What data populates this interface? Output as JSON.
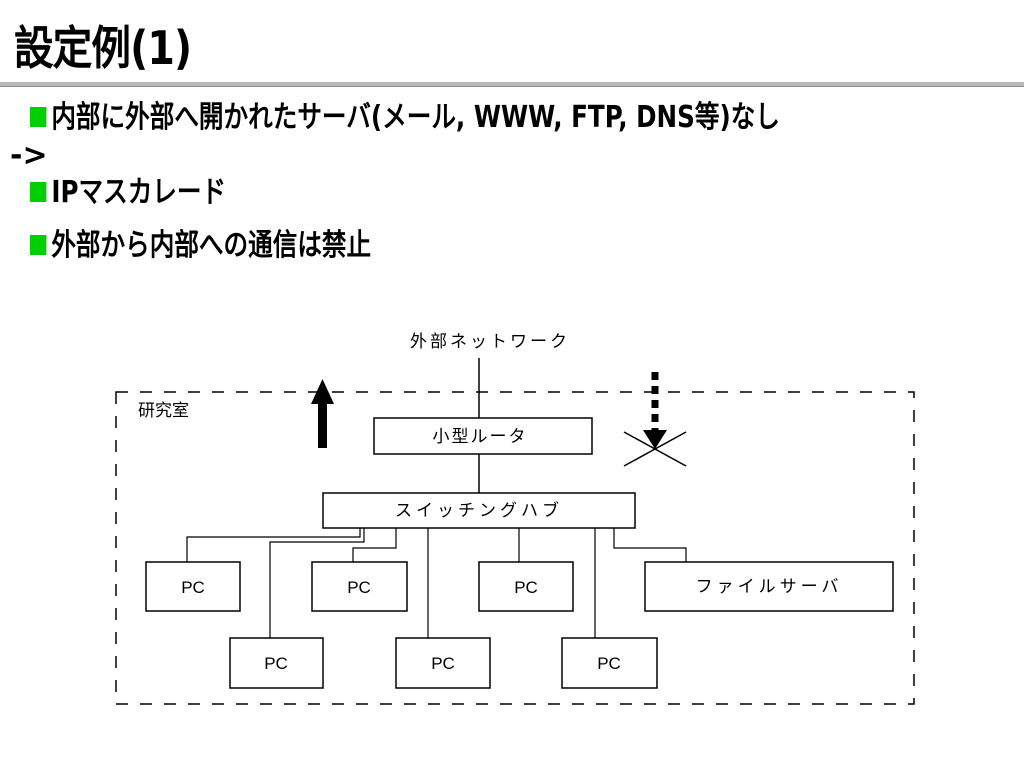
{
  "title": "設定例(1)",
  "bullets": [
    {
      "text": "内部に外部へ開かれたサーバ(メール, WWW, FTP, DNS等)なし",
      "continuation": "->"
    },
    {
      "text": "IPマスカレード"
    },
    {
      "text": "外部から内部への通信は禁止"
    }
  ],
  "diagram": {
    "external_label": "外部ネットワーク",
    "lab_label": "研究室",
    "router_label": "小型ルータ",
    "switch_label": "スイッチングハブ",
    "pc_label": "PC",
    "server_label": "ファイルサーバ",
    "colors": {
      "bullet": "#00d000",
      "line": "#000000"
    }
  }
}
